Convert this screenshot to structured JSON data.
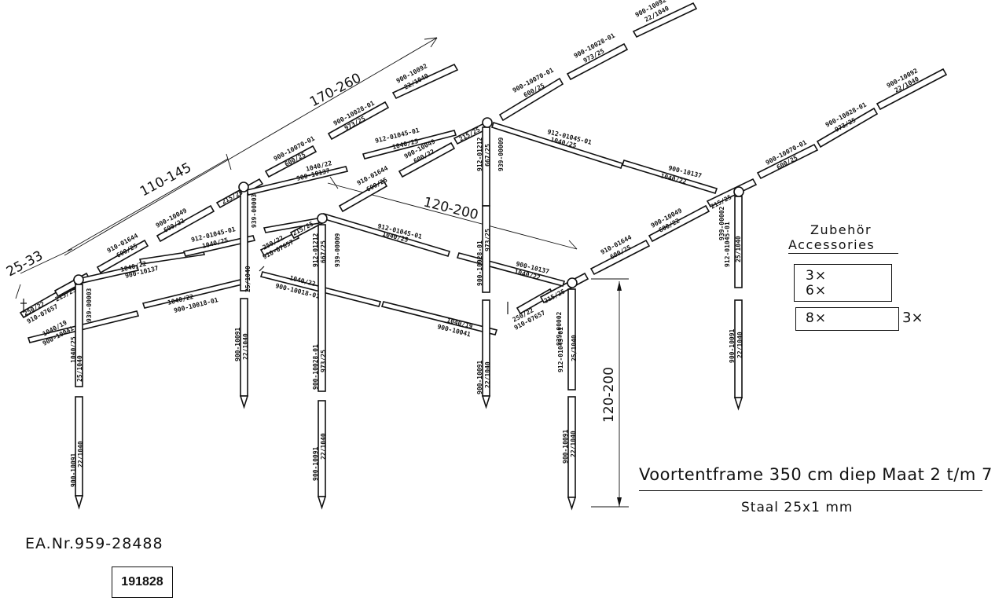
{
  "dimensions": {
    "eave_span": "25-33",
    "first_span": "110-145",
    "roof_length": "170-260",
    "depth": "120-200",
    "height": "120-200"
  },
  "parts": [
    "900-10092",
    "22/1040",
    "900-10028-01",
    "973/25",
    "900-10070-01",
    "600/25",
    "910-01644",
    "912-01045-01",
    "1040/25",
    "900-10049",
    "600/22",
    "1040/22",
    "900-10137",
    "912-01212",
    "667/25",
    "939-00009",
    "939-00003",
    "939-00002",
    "215/25",
    "250/22",
    "910-07657",
    "900-10018-01",
    "1040/19",
    "900-10041",
    "25/1040",
    "900-10091"
  ],
  "accessories": {
    "title_de": "Zubehör",
    "title_en": "Accessories",
    "row1": "3×",
    "row2": "6×",
    "row3": "8×",
    "row3_extra": "3×"
  },
  "title": {
    "main": "Voortentframe 350 cm diep Maat 2 t/m 7",
    "sub": "Staal 25x1 mm"
  },
  "ea_nr": "EA.Nr.959-28488",
  "article_no": "191828"
}
